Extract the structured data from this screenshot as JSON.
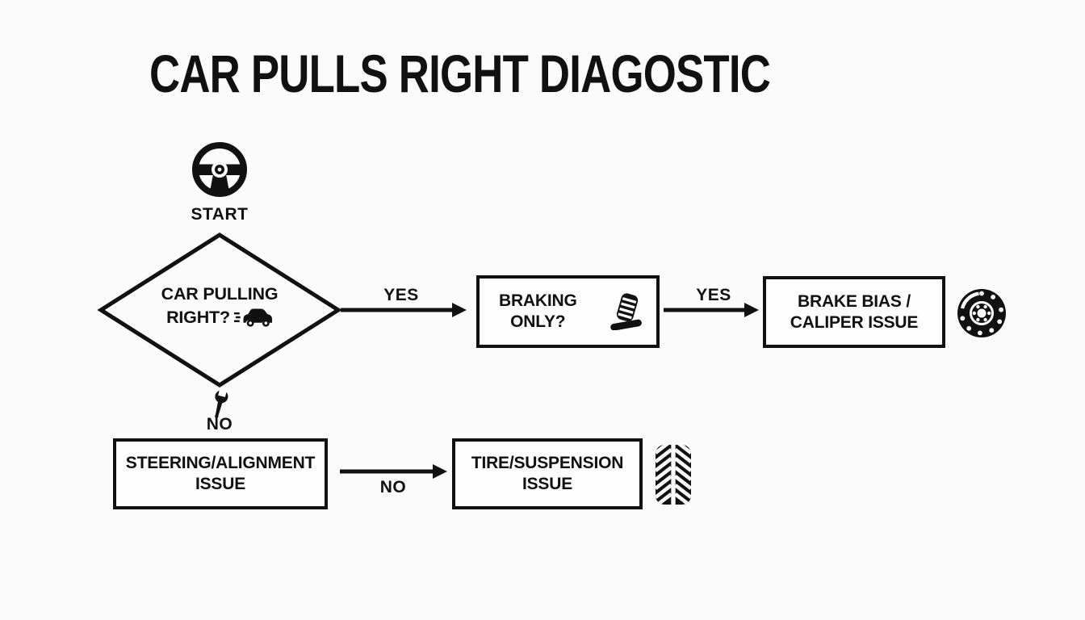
{
  "title": "CAR PULLS RIGHT DIAGOSTIC",
  "colors": {
    "ink": "#111111",
    "background": "#fbfbfb",
    "node_fill": "#fdfdfd"
  },
  "flow": {
    "start": {
      "label": "START"
    },
    "decision": {
      "line1": "CAR PULLING",
      "line2": "RIGHT?"
    },
    "edges": {
      "decision_to_braking": "YES",
      "braking_to_brake_bias": "YES",
      "decision_to_steering": "NO",
      "steering_to_tire": "NO"
    },
    "nodes": {
      "braking": {
        "line1": "BRAKING",
        "line2": "ONLY?"
      },
      "brake_bias": {
        "line1": "BRAKE BIAS /",
        "line2": "CALIPER ISSUE"
      },
      "steering": {
        "line1": "STEERING/ALIGNMENT",
        "line2": "ISSUE"
      },
      "tire": {
        "line1": "TIRE/SUSPENSION",
        "line2": "ISSUE"
      }
    },
    "icons": {
      "start": "steering-wheel-icon",
      "decision": "car-icon",
      "decision_connector": "wrench-icon",
      "braking": "brake-pedal-icon",
      "brake_bias": "brake-disc-icon",
      "tire": "tire-tread-icon"
    }
  }
}
